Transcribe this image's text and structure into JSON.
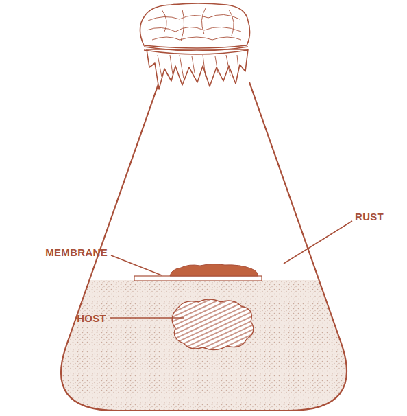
{
  "diagram": {
    "labels": [
      "RUST",
      "MEMBRANE",
      "HOST"
    ]
  }
}
